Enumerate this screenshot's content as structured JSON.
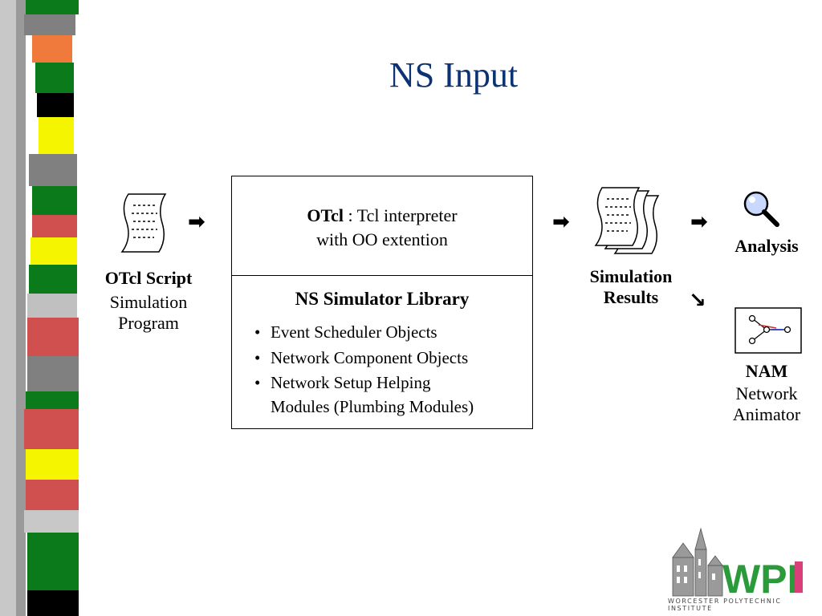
{
  "title": "NS Input",
  "colors": {
    "title": "#0c3273",
    "bar_green": "#0a7a1a",
    "bar_red": "#d05050",
    "bar_yellow": "#f5f500",
    "bar_orange": "#f07a3c",
    "bar_gray": "#808080",
    "bar_black": "#000000",
    "logo_green": "#2a9a3a",
    "logo_pink": "#d8407a"
  },
  "script_block": {
    "icon": "script-document-icon",
    "name": "OTcl Script",
    "desc_line1": "Simulation",
    "desc_line2": "Program"
  },
  "otcl_box": {
    "keyword": "OTcl",
    "line1_rest": " : Tcl interpreter",
    "line2": "with OO extention",
    "library_title": "NS Simulator Library",
    "items": [
      "Event Scheduler Objects",
      "Network Component Objects",
      "Network Setup Helping",
      "Modules (Plumbing Modules)"
    ]
  },
  "results_block": {
    "icon": "results-documents-icon",
    "line1": "Simulation",
    "line2": "Results"
  },
  "analysis_block": {
    "icon": "magnifier-icon",
    "label": "Analysis"
  },
  "nam_block": {
    "icon": "network-animator-icon",
    "name": "NAM",
    "desc_line1": "Network",
    "desc_line2": "Animator"
  },
  "logo": {
    "text": "WPI",
    "caption": "WORCESTER POLYTECHNIC INSTITUTE"
  }
}
